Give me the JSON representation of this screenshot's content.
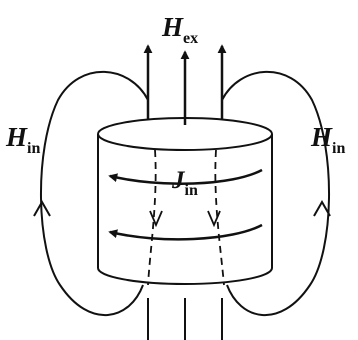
{
  "labels": {
    "h_ex": {
      "symbol": "H",
      "subscript": "ex"
    },
    "h_in_left": {
      "symbol": "H",
      "subscript": "in"
    },
    "h_in_right": {
      "symbol": "H",
      "subscript": "in"
    },
    "j_in": {
      "symbol": "J",
      "subscript": "in"
    }
  },
  "colors": {
    "ink": "#111111",
    "background": "#ffffff"
  }
}
